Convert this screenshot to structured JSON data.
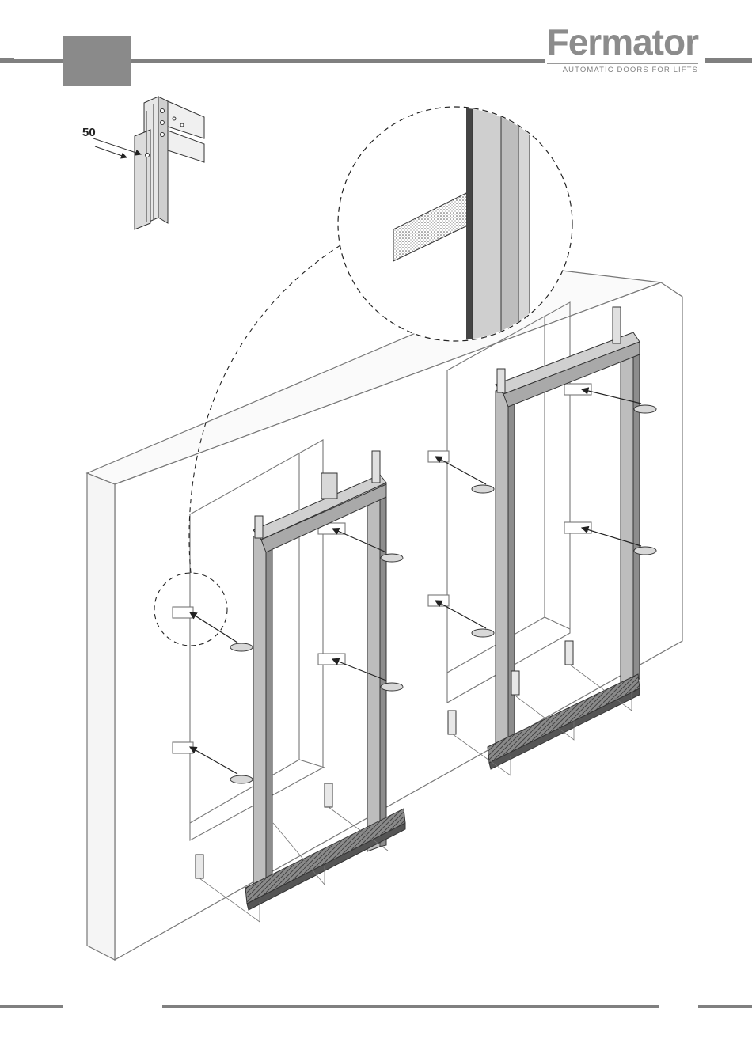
{
  "header": {
    "brand": "Fermator",
    "tagline": "AUTOMATIC DOORS FOR LIFTS"
  },
  "detail": {
    "dimension_label": "50"
  },
  "colors": {
    "bar_gray": "#808080",
    "tab_gray": "#8a8a8a",
    "brand_gray": "#8c8c8c"
  }
}
